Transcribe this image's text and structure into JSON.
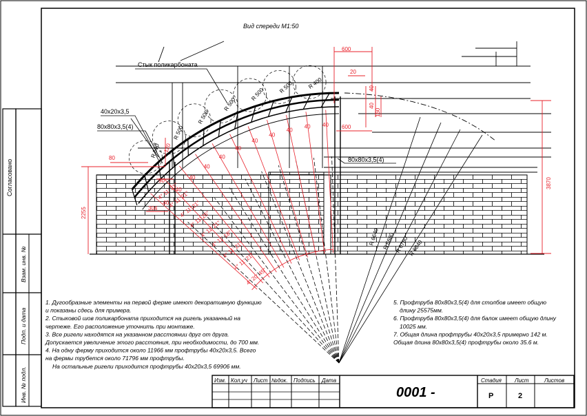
{
  "view_title": "Вид спереди М1:50",
  "callouts": {
    "joint": "Стык поликарбоната",
    "profile_small": "40х20х3,5",
    "profile_large": "80х80х3,5(4)",
    "profile_beam": "80х80х3,5(4)"
  },
  "arc_radius_labels": [
    "R 500",
    "R 500",
    "R 500",
    "R 500",
    "R 500",
    "R 500",
    "R 400"
  ],
  "red_dims": {
    "top_width": "600",
    "top_small": "20",
    "right_a": "40",
    "right_b": "40",
    "right_c": "160",
    "right_d": "600",
    "bottom_40": [
      "40",
      "40",
      "40",
      "40",
      "40",
      "40",
      "40",
      "40",
      "40",
      "40",
      "40"
    ],
    "left_80": "80",
    "left_120": "120",
    "left_90": "90",
    "left_304": "304",
    "height_left": "2255",
    "height_right": "3870"
  },
  "angle_labels": [
    "4° 11' 21\"",
    "4° 11' 21\"",
    "4° 11' 21\"",
    "4° 11' 25\"",
    "4° 11' 21\"",
    "4° 11' 18\"",
    "4° 11' 21\"",
    "4° 11' 21\"",
    "4° 20' 45\""
  ],
  "radius_labels": [
    "R 6640",
    "R 6680",
    "R 6780",
    "R 6840"
  ],
  "notes_left": [
    "1. Дугообразные элементы на первой ферме имеют декоративную функцию",
    "и показаны сдесь для примера.",
    "2. Стыковой шов поликарбоната приходится на ригель указанный на",
    "чертеже. Его расположение уточнить при монтаже.",
    "3. Все ригели находятся на указанном расстоянии друг от друга.",
    "Допускается увеличение этого расстояния, при необходимости, до 700 мм.",
    "4. На одну ферму приходится около 11966 мм профтрубы 40х20х3,5. Всего",
    "на фермы трубется около 71796 мм профтрубы.",
    "На остальные ригели приходится профтрубы 40х20х3,5 69906 мм."
  ],
  "notes_right": [
    "5. Профтруба 80х80х3,5(4) для столбов имеет общую",
    "длину 25575мм.",
    "6. Профтруба 80х80х3,5(4) для балок имеет общую длину",
    "10025 мм.",
    "7. Общая длина профтрубы 40х20х3,5 примерно 142 м.",
    "Общая длина 80х80х3,5(4) профтрубы около 35.6 м."
  ],
  "side_stamp": {
    "agreed": "Согласовано",
    "inv_repl": "Взам. инв. №",
    "sign_date": "Подп. и дата",
    "inv_orig": "Инв. № подл."
  },
  "title_block": {
    "headers": [
      "Изм.",
      "Кол.уч",
      "Лист",
      "№док.",
      "Подпись",
      "Дата"
    ],
    "doc_code": "0001 -",
    "stage_label": "Стадия",
    "sheet_label": "Лист",
    "sheets_label": "Листов",
    "stage_value": "Р",
    "sheet_value": "2"
  }
}
